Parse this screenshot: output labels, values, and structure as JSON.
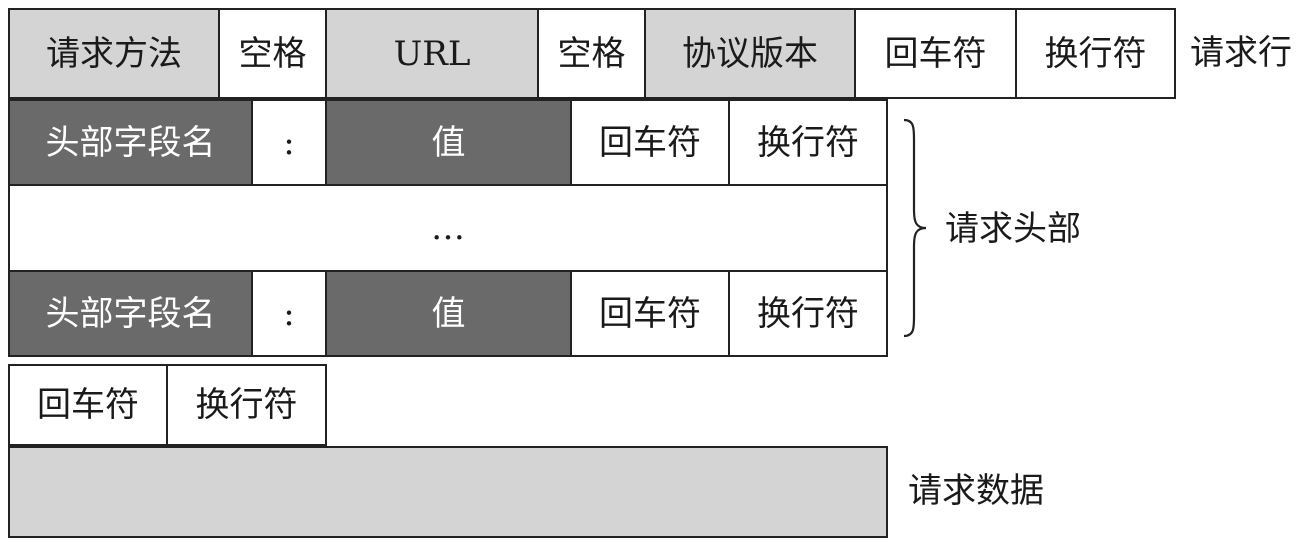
{
  "request_line": {
    "method": "请求方法",
    "space_1": "空格",
    "url": "URL",
    "space_2": "空格",
    "protocol_version": "协议版本",
    "carriage_return": "回车符",
    "line_feed": "换行符",
    "label": "请求行"
  },
  "headers": {
    "rows": [
      {
        "field_name": "头部字段名",
        "colon": ":",
        "value": "值",
        "carriage_return": "回车符",
        "line_feed": "换行符"
      },
      {
        "field_name": "头部字段名",
        "colon": ":",
        "value": "值",
        "carriage_return": "回车符",
        "line_feed": "换行符"
      }
    ],
    "ellipsis": "…",
    "label": "请求头部"
  },
  "blank_line": {
    "carriage_return": "回车符",
    "line_feed": "换行符"
  },
  "body": {
    "label": "请求数据"
  },
  "colors": {
    "light_fill": "#d4d4d4",
    "dark_fill": "#6a6a6a",
    "border": "#222222"
  }
}
